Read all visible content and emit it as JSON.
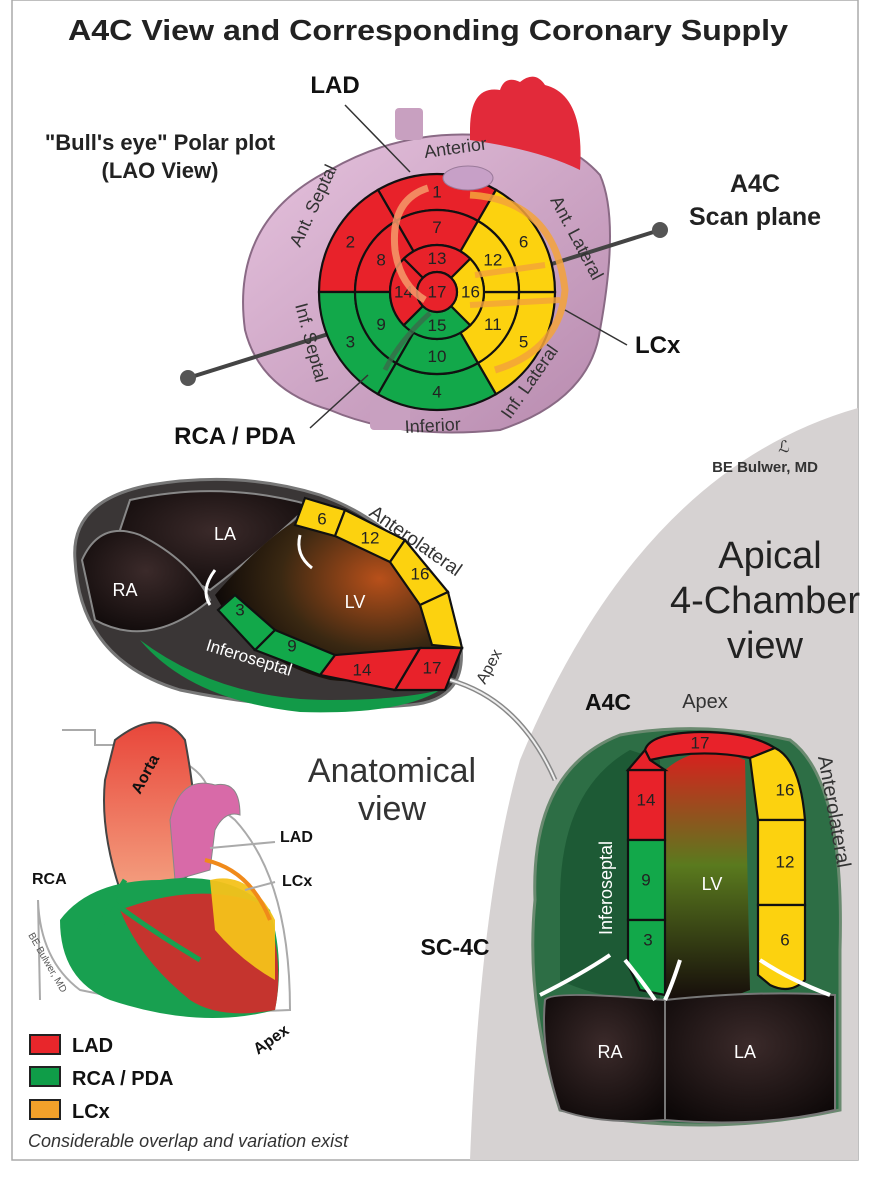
{
  "title": "A4C View and Corresponding Coronary Supply",
  "bullseye": {
    "caption_line1": "\"Bull's eye\" Polar plot",
    "caption_line2": "(LAO View)",
    "walls": {
      "anterior": "Anterior",
      "ant_septal": "Ant. Septal",
      "inf_septal": "Inf. Septal",
      "inferior": "Inferior",
      "inf_lateral": "Inf. Lateral",
      "ant_lateral": "Ant. Lateral"
    },
    "artery_labels": {
      "lad": "LAD",
      "lcx": "LCx",
      "rca": "RCA / PDA"
    },
    "scan_plane_line1": "A4C",
    "scan_plane_line2": "Scan plane",
    "segments": [
      {
        "n": "1",
        "territory": "LAD"
      },
      {
        "n": "2",
        "territory": "LAD"
      },
      {
        "n": "3",
        "territory": "RCA"
      },
      {
        "n": "4",
        "territory": "RCA"
      },
      {
        "n": "5",
        "territory": "LCx"
      },
      {
        "n": "6",
        "territory": "LCx"
      },
      {
        "n": "7",
        "territory": "LAD"
      },
      {
        "n": "8",
        "territory": "LAD"
      },
      {
        "n": "9",
        "territory": "RCA"
      },
      {
        "n": "10",
        "territory": "RCA"
      },
      {
        "n": "11",
        "territory": "LCx"
      },
      {
        "n": "12",
        "territory": "LCx"
      },
      {
        "n": "13",
        "territory": "LAD"
      },
      {
        "n": "14",
        "territory": "LAD"
      },
      {
        "n": "15",
        "territory": "RCA"
      },
      {
        "n": "16",
        "territory": "LCx"
      },
      {
        "n": "17",
        "territory": "LAD"
      }
    ]
  },
  "signature": "BE Bulwer, MD",
  "apical_title": {
    "line1": "Apical",
    "line2": "4-Chamber",
    "line3": "view"
  },
  "anatomical_a4c": {
    "la": "LA",
    "ra": "RA",
    "lv": "LV",
    "anterolateral": "Anterolateral",
    "inferoseptal": "Inferoseptal",
    "apex": "Apex",
    "segments": {
      "s6": "6",
      "s12": "12",
      "s16": "16",
      "s17": "17",
      "s14": "14",
      "s9": "9",
      "s3": "3"
    }
  },
  "anatomical_view": {
    "line1": "Anatomical",
    "line2": "view"
  },
  "echo_a4c": {
    "a4c": "A4C",
    "sc4c": "SC-4C",
    "apex": "Apex",
    "anterolateral": "Anterolateral",
    "inferoseptal": "Inferoseptal",
    "lv": "LV",
    "ra": "RA",
    "la": "LA",
    "segments": {
      "s17": "17",
      "s14": "14",
      "s9": "9",
      "s3": "3",
      "s16": "16",
      "s12": "12",
      "s6": "6"
    }
  },
  "heart_3d": {
    "aorta": "Aorta",
    "lad": "LAD",
    "lcx": "LCx",
    "rca": "RCA",
    "apex": "Apex",
    "signature": "BE Bulwer, MD"
  },
  "legend": {
    "items": [
      {
        "label": "LAD",
        "color": "#e8262b"
      },
      {
        "label": "RCA / PDA",
        "color": "#0f9d48"
      },
      {
        "label": "LCx",
        "color": "#f3a12a"
      }
    ],
    "note": "Considerable overlap and variation exist"
  },
  "colors": {
    "LAD": "#e8222a",
    "RCA": "#12a84a",
    "LCx": "#fcd20f",
    "background_gray": "#d6d2d2"
  }
}
